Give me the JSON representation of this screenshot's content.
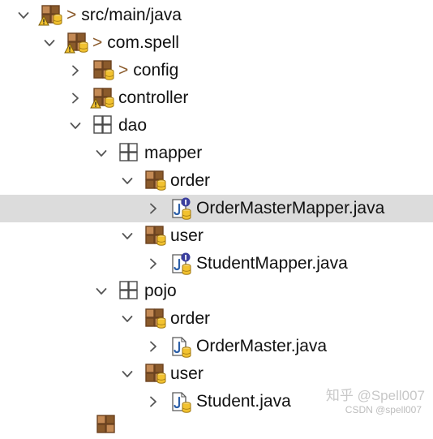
{
  "tree": {
    "rows": [
      {
        "label": "src/main/java",
        "prefix": ">",
        "icon": "source-folder-icon",
        "warning": true,
        "expanded": true,
        "depth": 0
      },
      {
        "label": "com.spell",
        "prefix": ">",
        "icon": "package-icon",
        "warning": true,
        "expanded": true,
        "depth": 1
      },
      {
        "label": "config",
        "prefix": ">",
        "icon": "package-icon",
        "warning": false,
        "expanded": false,
        "depth": 2
      },
      {
        "label": "controller",
        "prefix": "",
        "icon": "package-icon",
        "warning": true,
        "expanded": false,
        "depth": 2
      },
      {
        "label": "dao",
        "prefix": "",
        "icon": "empty-package-icon",
        "warning": false,
        "expanded": true,
        "depth": 2
      },
      {
        "label": "mapper",
        "prefix": "",
        "icon": "empty-package-icon",
        "warning": false,
        "expanded": true,
        "depth": 3
      },
      {
        "label": "order",
        "prefix": "",
        "icon": "package-icon",
        "warning": false,
        "expanded": true,
        "depth": 4
      },
      {
        "label": "OrderMasterMapper.java",
        "prefix": "",
        "icon": "java-interface-file-icon",
        "warning": false,
        "expanded": false,
        "depth": 5,
        "selected": true
      },
      {
        "label": "user",
        "prefix": "",
        "icon": "package-icon",
        "warning": false,
        "expanded": true,
        "depth": 4
      },
      {
        "label": "StudentMapper.java",
        "prefix": "",
        "icon": "java-interface-file-icon",
        "warning": false,
        "expanded": false,
        "depth": 5
      },
      {
        "label": "pojo",
        "prefix": "",
        "icon": "empty-package-icon",
        "warning": false,
        "expanded": true,
        "depth": 3
      },
      {
        "label": "order",
        "prefix": "",
        "icon": "package-icon",
        "warning": false,
        "expanded": true,
        "depth": 4
      },
      {
        "label": "OrderMaster.java",
        "prefix": "",
        "icon": "java-file-icon",
        "warning": false,
        "expanded": false,
        "depth": 5
      },
      {
        "label": "user",
        "prefix": "",
        "icon": "package-icon",
        "warning": false,
        "expanded": true,
        "depth": 4
      },
      {
        "label": "Student.java",
        "prefix": "",
        "icon": "java-file-icon",
        "warning": false,
        "expanded": false,
        "depth": 5
      }
    ]
  },
  "watermark": {
    "main": "知乎 @Spell007",
    "sub": "CSDN @spell007"
  },
  "colors": {
    "selection": "#dcdcdc",
    "package_brown": "#a0673a",
    "package_light": "#d7a06a",
    "warning_yellow": "#f2c230",
    "java_blue": "#2c5fa8",
    "interface_badge": "#3b3f9e"
  }
}
